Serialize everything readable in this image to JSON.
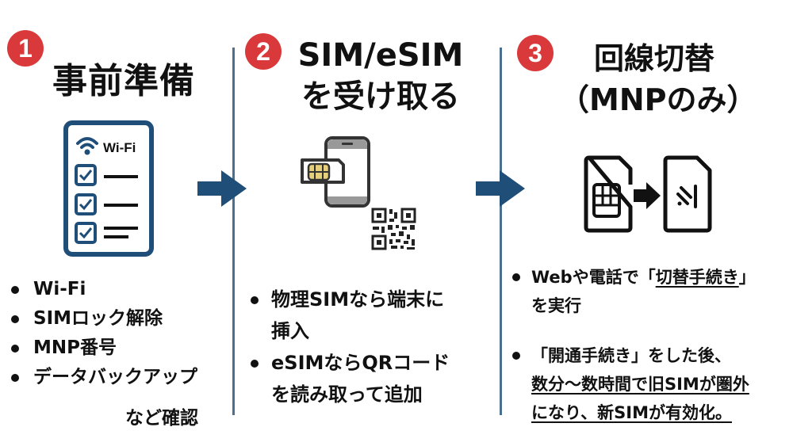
{
  "steps": [
    {
      "number": "1",
      "title_lines": [
        "事前準備"
      ],
      "icon": "wifi-checklist-icon",
      "icon_label": "Wi-Fi",
      "bullets": [
        "Wi-Fi",
        "SIMロック解除",
        "MNP番号",
        "データバックアップ"
      ],
      "footer": "など確認"
    },
    {
      "number": "2",
      "title_lines": [
        "SIM/eSIM",
        "を受け取る"
      ],
      "icon": "phone-sim-qr-icon",
      "bullets": [
        {
          "lines": [
            "物理SIMなら端末に",
            "挿入"
          ]
        },
        {
          "lines": [
            "eSIMならQRコード",
            "を読み取って追加"
          ]
        }
      ]
    },
    {
      "number": "3",
      "title_lines": [
        "回線切替",
        "（MNPのみ）"
      ],
      "icon": "sim-to-esim-switch-icon",
      "bullets": [
        {
          "line1_prefix": "Webや電話で「",
          "line1_underlined": "切替手続き",
          "line1_suffix": "」",
          "line2": "を実行"
        },
        {
          "line1": "「開通手続き」をした後、",
          "line2_underlined": "数分〜数時間で旧SIMが圏外",
          "line3_underlined": "になり、新SIMが有効化。"
        }
      ]
    }
  ],
  "colors": {
    "badge": "#d9393a",
    "arrow": "#1f4e79",
    "divider": "#4a6f8f",
    "checklist": "#1f4e79",
    "sim_chip": "#e8cf7a",
    "text": "#111111"
  }
}
